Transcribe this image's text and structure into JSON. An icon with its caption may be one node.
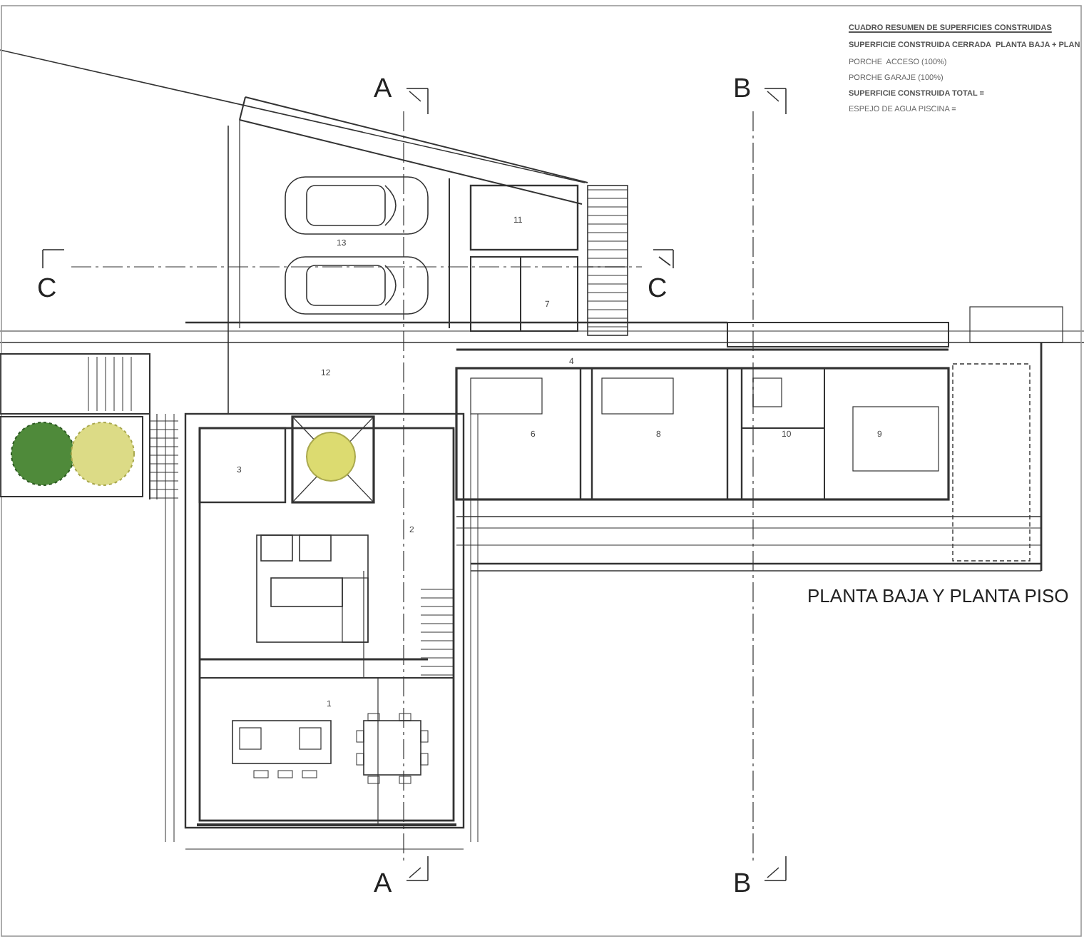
{
  "diagram": {
    "title": "PLANTA BAJA Y PLANTA PISO",
    "labels": [
      "CUADRO RESUMEN DE SUPERFICIES CONSTRUIDAS",
      "SUPERFICIE CONSTRUIDA CERRADA",
      "PLANTA BAJA + PLAN",
      "PORCHE  ACCESO (100%)",
      "PORCHE GARAJE (100%)",
      "SUPERFICIE CONSTRUIDA TOTAL =",
      "ESPEJO DE AGUA PISCINA =",
      "A",
      "B",
      "11",
      "13",
      "C",
      "C",
      "7",
      "4",
      "12",
      "6",
      "8",
      "10",
      "9",
      "3",
      "2",
      "1",
      "A",
      "B"
    ]
  }
}
